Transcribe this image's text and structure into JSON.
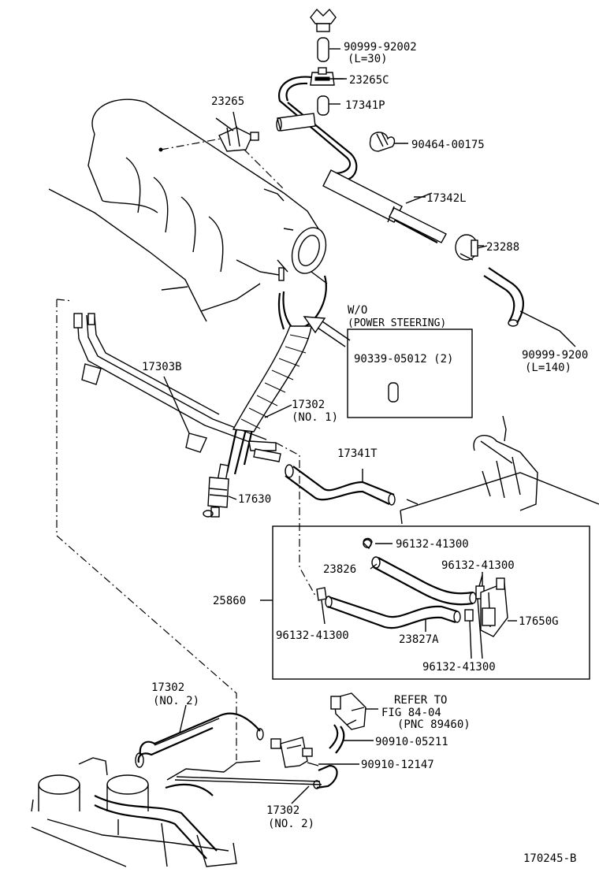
{
  "parts": {
    "p_90999_92002_top": "90999-92002",
    "p_90999_92002_top_len": "(L=30)",
    "p_23265C": "23265C",
    "p_17341P": "17341P",
    "p_23265": "23265",
    "p_90464_00175": "90464-00175",
    "p_17342L": "17342L",
    "p_23288": "23288",
    "p_90999_9200_right": "90999-9200",
    "p_90999_right_len": "(L=140)",
    "p_17303B": "17303B",
    "p_17302_no1": "17302",
    "p_17302_no1_sub": "(NO. 1)",
    "p_17341T": "17341T",
    "p_17630": "17630",
    "p_96132_top": "96132-41300",
    "p_23826": "23826",
    "p_96132_right": "96132-41300",
    "p_25860": "25860",
    "p_17650G": "17650G",
    "p_96132_left": "96132-41300",
    "p_23827A": "23827A",
    "p_96132_bottom": "96132-41300",
    "p_17302_no2_top": "17302",
    "p_17302_no2_top_sub": "(NO. 2)",
    "p_refer_1": "REFER TO",
    "p_refer_2": "FIG 84-04",
    "p_refer_3": "(PNC 89460)",
    "p_90910_05211": "90910-05211",
    "p_90910_12147": "90910-12147",
    "p_17302_no2_bottom": "17302",
    "p_17302_no2_bottom_sub": "(NO. 2)",
    "figure_code": "170245-B"
  },
  "note": {
    "title_1": "W/O",
    "title_2": "(POWER STEERING)",
    "part": "90339-05012 (2)"
  }
}
